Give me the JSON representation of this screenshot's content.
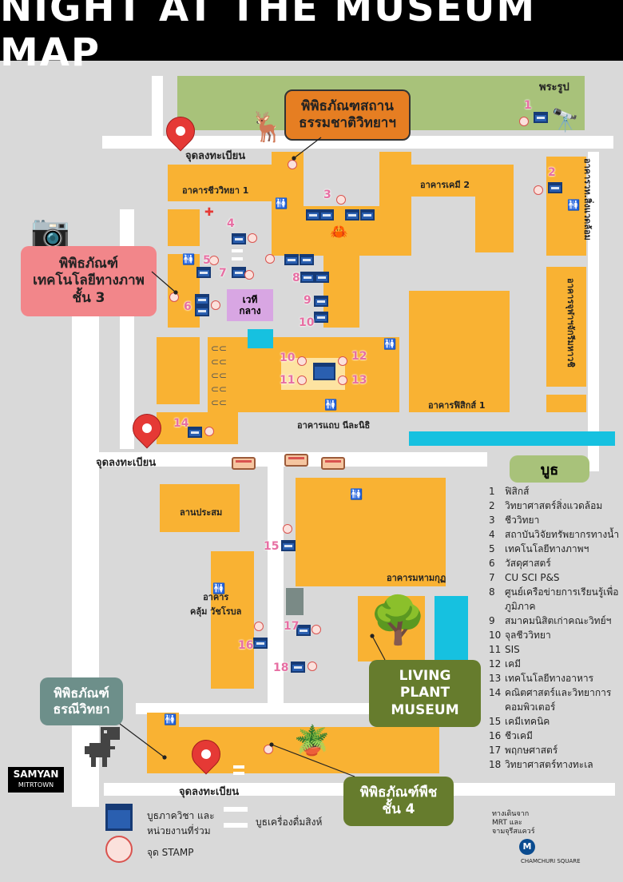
{
  "title": "NIGHT AT THE MUSEUM MAP",
  "labels": {
    "phra_rup": "พระรูป",
    "chem2": "อาคารเคมี 2",
    "bio1": "อาคารชีววิทยา 1",
    "env": "อาคารวท.สิ่งแวดล้อม",
    "mahachakri": "อาคารจุฬาฯจักรีมหาวชิ",
    "vethi": "เวที\nกลาง",
    "phys1": "อาคารฟิสิกส์ 1",
    "taeb": "อาคารแถบ นีละนิธิ",
    "lan": "ลานประสม",
    "mahamakut": "อาคารมหามกุฏ",
    "klum": "อาคาร\nคลุ้ม วัชโรบล",
    "register1": "จุดลงทะเบียน",
    "register2": "จุดลงทะเบียน",
    "register3": "จุดลงทะเบียน"
  },
  "callouts": {
    "natural": "พิพิธภัณฑสถาน\nธรรมชาติวิทยาฯ",
    "photo": "พิพิธภัณฑ์\nเทคโนโลยีทางภาพ\nชั้น 3",
    "geo": "พิพิธภัณฑ์\nธรณีวิทยา",
    "living": "LIVING\nPLANT\nMUSEUM",
    "plant": "พิพิธภัณฑ์พืช\nชั้น 4"
  },
  "legend": {
    "title": "บูธ",
    "items": [
      {
        "n": "1",
        "label": "ฟิสิกส์"
      },
      {
        "n": "2",
        "label": "วิทยาศาสตร์สิ่งแวดล้อม"
      },
      {
        "n": "3",
        "label": "ชีววิทยา"
      },
      {
        "n": "4",
        "label": "สถาบันวิจัยทรัพยากรทางน้ำ"
      },
      {
        "n": "5",
        "label": "เทคโนโลยีทางภาพฯ"
      },
      {
        "n": "6",
        "label": "วัสดุศาสตร์"
      },
      {
        "n": "7",
        "label": "CU SCI P&S"
      },
      {
        "n": "8",
        "label": "ศูนย์เครือข่ายการเรียนรู้เพื่อภูมิภาค"
      },
      {
        "n": "9",
        "label": "สมาคมนิสิตเก่าคณะวิทย์ฯ"
      },
      {
        "n": "10",
        "label": "จุลชีววิทยา"
      },
      {
        "n": "11",
        "label": "SIS"
      },
      {
        "n": "12",
        "label": "เคมี"
      },
      {
        "n": "13",
        "label": "เทคโนโลยีทางอาหาร"
      },
      {
        "n": "14",
        "label": "คณิตศาสตร์และวิทยาการคอมพิวเตอร์"
      },
      {
        "n": "15",
        "label": "เคมีเทคนิค"
      },
      {
        "n": "16",
        "label": "ชีวเคมี"
      },
      {
        "n": "17",
        "label": "พฤกษศาสตร์"
      },
      {
        "n": "18",
        "label": "วิทยาศาสตร์ทางทะเล"
      }
    ]
  },
  "key": {
    "booth": "บูธภาควิชา และ\nหน่วยงานที่ร่วม",
    "drink": "บูธเครื่องดื่มสิงห์",
    "stamp": "จุด STAMP"
  },
  "footer": {
    "mrt_note": "ทางเดินจาก\nMRT และ\nจามจุรีสแควร์",
    "samyan": "SAMYAN",
    "samyan_sub": "MITRTOWN",
    "chamchuri": "CHAMCHURI SQUARE"
  },
  "booth_numbers": [
    "1",
    "2",
    "3",
    "4",
    "5",
    "6",
    "7",
    "8",
    "9",
    "10",
    "10",
    "11",
    "12",
    "13",
    "14",
    "15",
    "16",
    "17",
    "18"
  ],
  "colors": {
    "building": "#f9b233",
    "road": "#ffffff",
    "ground": "#d9d9d9",
    "accent_pink": "#e76fa3",
    "pin": "#e53935"
  }
}
